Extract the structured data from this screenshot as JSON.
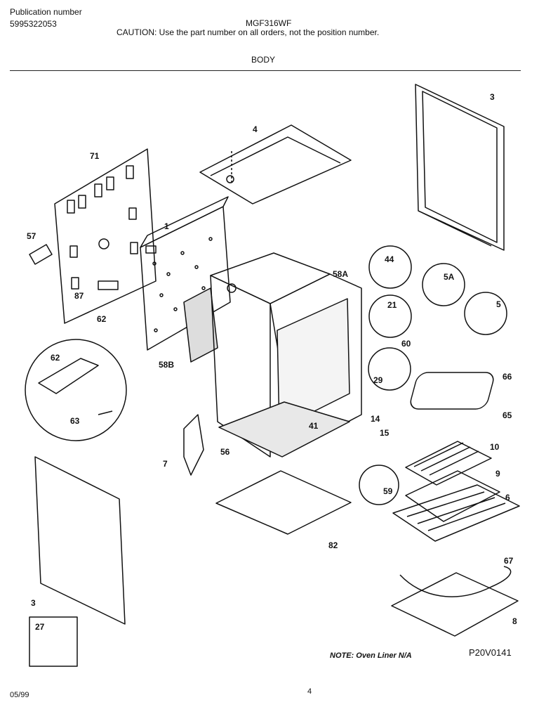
{
  "header": {
    "publication_label": "Publication number",
    "publication_number": "5995322053",
    "model": "MGF316WF",
    "caution": "CAUTION:  Use the part number on all orders, not the position number.",
    "section": "BODY"
  },
  "callouts": {
    "p71": "71",
    "p57": "57",
    "p1": "1",
    "p87": "87",
    "p62": "62",
    "p4": "4",
    "p3a": "3",
    "p44": "44",
    "p5a": "5A",
    "p5": "5",
    "p58a": "58A",
    "p21": "21",
    "p60": "60",
    "p58b": "58B",
    "p62d": "62",
    "p63": "63",
    "p29": "29",
    "p66": "66",
    "p65": "65",
    "p14": "14",
    "p15": "15",
    "p41": "41",
    "p56": "56",
    "p7": "7",
    "p10": "10",
    "p9": "9",
    "p6": "6",
    "p59": "59",
    "p82": "82",
    "p67": "67",
    "p8": "8",
    "p3b": "3",
    "p27": "27"
  },
  "footer": {
    "note": "NOTE:  Oven Liner N/A",
    "figure_code": "P20V0141",
    "date": "05/99",
    "page": "4"
  }
}
